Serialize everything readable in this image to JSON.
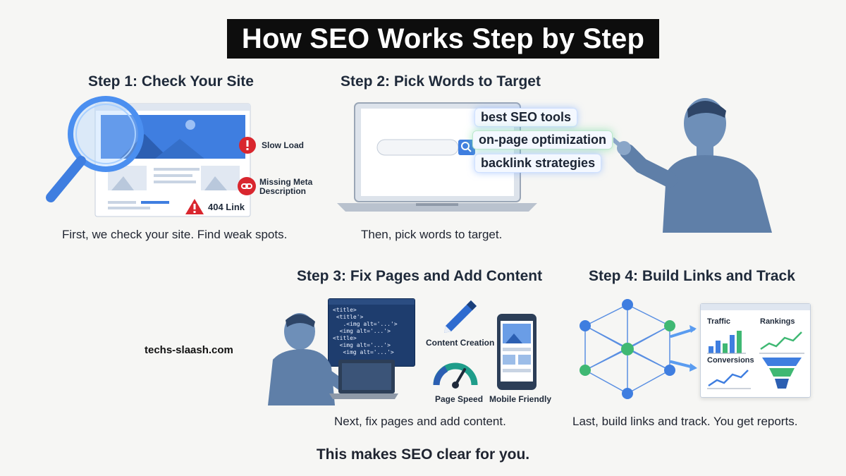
{
  "title": "How SEO Works Step by Step",
  "steps": [
    {
      "heading": "Step 1: Check Your Site",
      "caption": "First, we check your site. Find weak spots.",
      "issues": [
        "Slow Load",
        "Missing Meta Description",
        "404 Link"
      ]
    },
    {
      "heading": "Step 2: Pick Words to Target",
      "caption": "Then, pick words to target.",
      "keywords": [
        "best SEO tools",
        "on-page optimization",
        "backlink strategies"
      ]
    },
    {
      "heading": "Step 3: Fix Pages and Add Content",
      "caption": "Next, fix pages and add content.",
      "labels": [
        "Content Creation",
        "Page Speed",
        "Mobile Friendly"
      ],
      "code": [
        "<title>",
        " <title'>",
        "   .<img alt='...'>",
        "  <img alt='...'>",
        "<title>",
        "  <img alt='...'>",
        "   <img alt='...'>"
      ]
    },
    {
      "heading": "Step 4: Build Links and Track",
      "caption": "Last, build links and track. You get reports.",
      "labels": [
        "Traffic",
        "Rankings",
        "Conversions"
      ]
    }
  ],
  "watermark": "techs-slaash.com",
  "footer": "This makes SEO clear for you.",
  "colors": {
    "accent_blue": "#3f7ee0",
    "alert_red": "#d9262e",
    "node_green": "#3fb873",
    "dark_bg": "#0d0d0d"
  }
}
